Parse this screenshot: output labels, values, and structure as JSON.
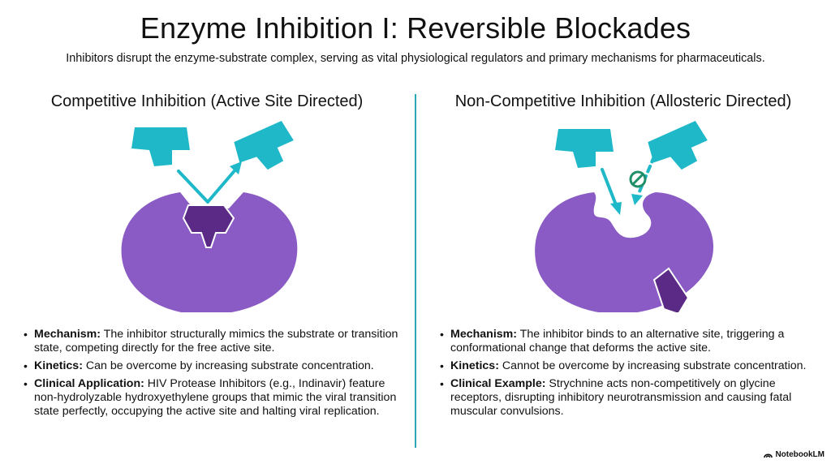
{
  "header": {
    "title": "Enzyme Inhibition I: Reversible Blockades",
    "subtitle": "Inhibitors disrupt the enzyme-substrate complex, serving as vital physiological regulators and primary mechanisms for pharmaceuticals."
  },
  "left": {
    "heading": "Competitive Inhibition (Active Site Directed)",
    "bullets": [
      {
        "label": "Mechanism:",
        "text": " The inhibitor structurally mimics the substrate or transition state, competing directly for the free active site."
      },
      {
        "label": "Kinetics:",
        "text": " Can be overcome by increasing substrate concentration."
      },
      {
        "label": "Clinical Application:",
        "text": " HIV Protease Inhibitors (e.g., Indinavir) feature non-hydrolyzable hydroxyethylene groups that mimic the viral transition state perfectly, occupying the active site and halting viral replication."
      }
    ]
  },
  "right": {
    "heading": "Non-Competitive Inhibition (Allosteric Directed)",
    "bullets": [
      {
        "label": "Mechanism:",
        "text": " The inhibitor binds to an alternative site, triggering a conformational change that deforms the active site."
      },
      {
        "label": "Kinetics:",
        "text": " Cannot be overcome by increasing substrate concentration."
      },
      {
        "label": "Clinical Example:",
        "text": " Strychnine acts non-competitively on glycine receptors, disrupting inhibitory neurotransmission and causing fatal muscular convulsions."
      }
    ]
  },
  "colors": {
    "enzyme": "#8a5bc4",
    "inhibitor": "#5b2a86",
    "substrate": "#1fb8c9",
    "arrow": "#1fb8c9",
    "blocked_symbol": "#1f8f6a",
    "divider": "#2aa7b5"
  },
  "icons": {
    "blocked": "prohibited-icon",
    "brand": "notebooklm-logo-icon"
  },
  "brand": {
    "name": "NotebookLM"
  }
}
